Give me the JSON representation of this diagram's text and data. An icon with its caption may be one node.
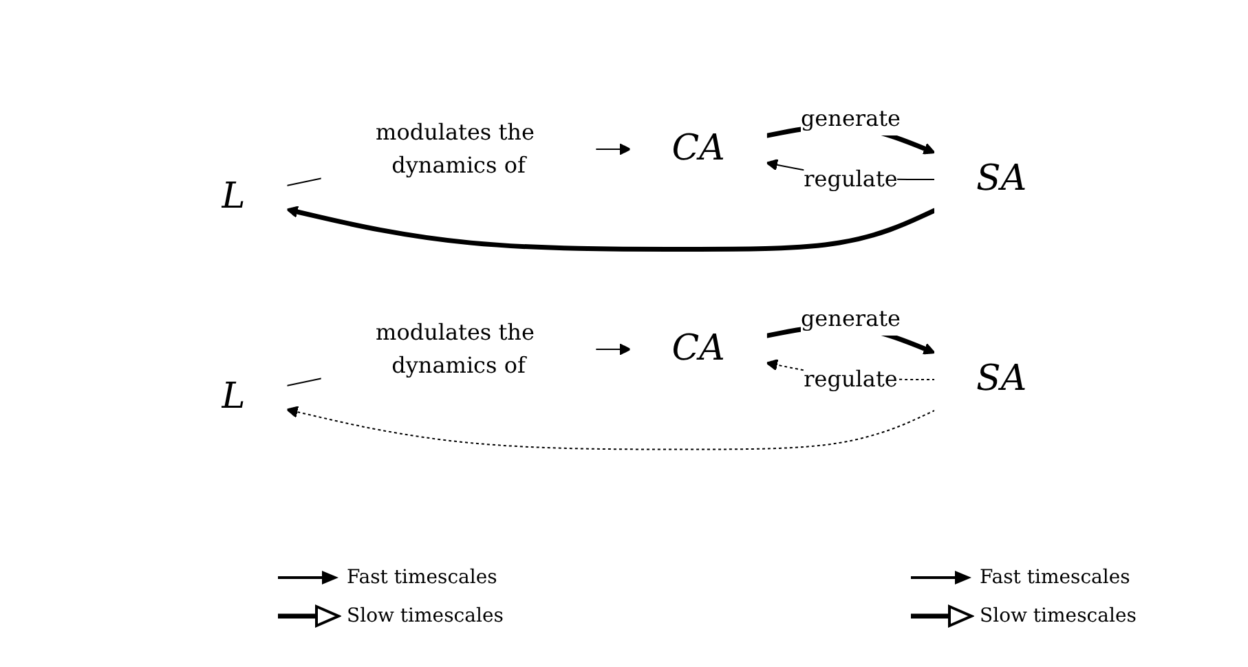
{
  "diagram": {
    "nodes": [
      {
        "text": [
          "L"
        ]
      },
      {
        "text": [
          "CA"
        ]
      },
      {
        "text": [
          "SA"
        ]
      },
      {
        "text": [
          "L"
        ]
      },
      {
        "text": [
          "CA"
        ]
      },
      {
        "text": [
          "SA"
        ]
      }
    ],
    "edges": [
      {
        "from": 0,
        "to": 1,
        "arrow": "to",
        "label": "modulates the dynamics of"
      },
      {
        "from": 2,
        "to": 1,
        "arrow": "to",
        "label": "regulate"
      },
      {
        "from": 1,
        "to": 2,
        "arrow": "to",
        "label": "generate",
        "style": "thick"
      },
      {
        "from": 2,
        "to": 0,
        "arrow": "to",
        "style": "thick"
      },
      {
        "from": 3,
        "to": 4,
        "arrow": "to",
        "label": "modulates the dynamics of"
      },
      {
        "from": 5,
        "to": 4,
        "arrow": "to",
        "label": "regulate",
        "style": "dashed"
      },
      {
        "from": 4,
        "to": 5,
        "arrow": "to",
        "label": "generate",
        "style": "thick"
      },
      {
        "from": 5,
        "to": 3,
        "arrow": "to",
        "style": "dashed"
      }
    ],
    "legend": [
      {
        "text": "Fast timescales"
      },
      {
        "text": "Slow timescales"
      },
      {
        "text": "Fast timescales"
      },
      {
        "text": "Slow timescales"
      }
    ]
  }
}
